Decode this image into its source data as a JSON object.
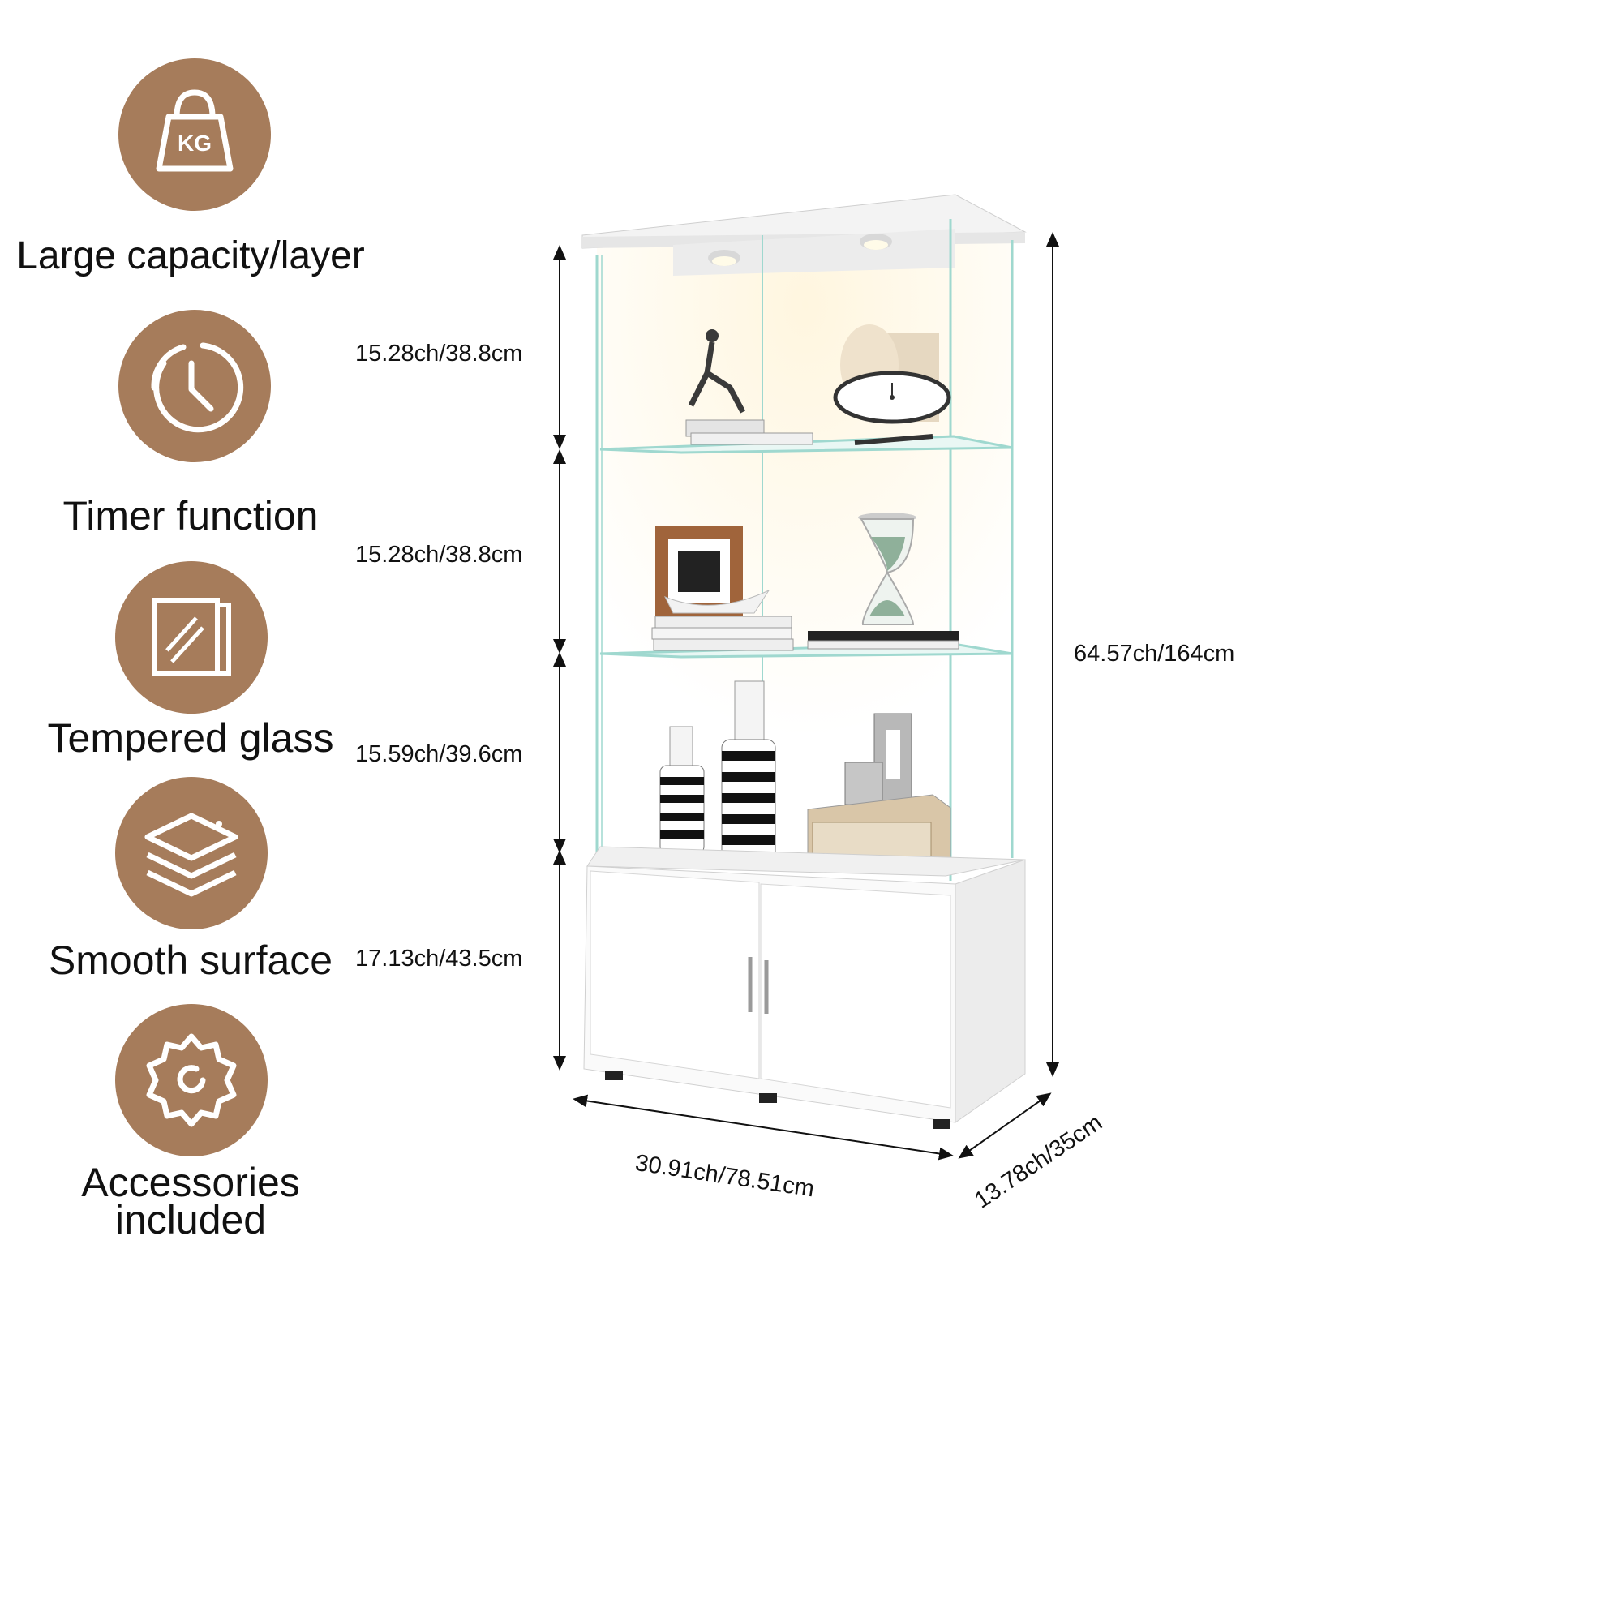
{
  "features": [
    {
      "icon": "weight-kg-icon",
      "icon_text": "KG",
      "label": "Large capacity/layer"
    },
    {
      "icon": "timer-clock-icon",
      "label": "Timer function"
    },
    {
      "icon": "tempered-glass-icon",
      "label": "Tempered glass"
    },
    {
      "icon": "layers-surface-icon",
      "label": "Smooth surface"
    },
    {
      "icon": "gear-accessory-icon",
      "label_line1": "Accessories",
      "label_line2": "included"
    }
  ],
  "dimensions": {
    "shelf1": "15.28ch/38.8cm",
    "shelf2": "15.28ch/38.8cm",
    "shelf3": "15.59ch/39.6cm",
    "cabinet": "17.13ch/43.5cm",
    "total_height": "64.57ch/164cm",
    "width": "30.91ch/78.51cm",
    "depth": "13.78ch/35cm"
  },
  "colors": {
    "badge": "#a67c5b",
    "badge_icon": "#ffffff",
    "text": "#111111",
    "glass_edge": "#9fd8cf",
    "cabinet": "#f7f7f7"
  }
}
